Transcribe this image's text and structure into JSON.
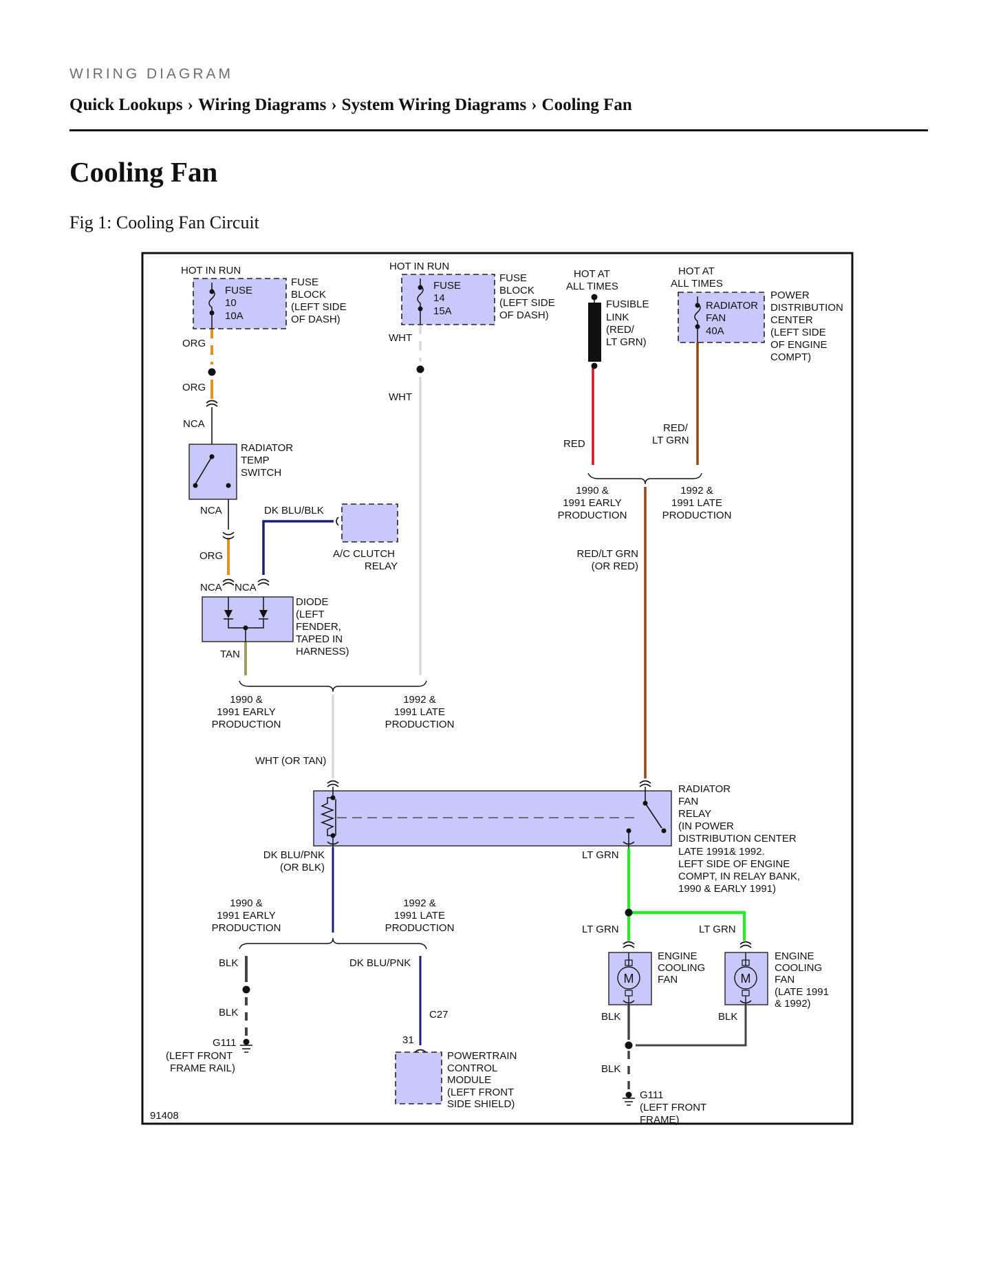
{
  "header": {
    "kicker": "WIRING DIAGRAM",
    "breadcrumb": [
      "Quick Lookups",
      "Wiring Diagrams",
      "System Wiring Diagrams",
      "Cooling Fan"
    ],
    "separator": "›"
  },
  "page_title": "Cooling Fan",
  "figure_caption": "Fig 1: Cooling Fan Circuit",
  "diagram": {
    "figure_number": "91408",
    "wire_colors": {
      "org": "#e8901e",
      "wht": "#d9d9d9",
      "red": "#d9141e",
      "brown": "#8b4a16",
      "dk_blu": "#1c1f7a",
      "tan": "#a09a60",
      "lt_grn": "#2ee62e",
      "blk": "#444444",
      "component_fill": "#c8c8fb"
    },
    "fuse_10": {
      "hot": "HOT IN RUN",
      "name": "FUSE",
      "num": "10",
      "rating": "10A",
      "location": [
        "FUSE",
        "BLOCK",
        "(LEFT SIDE",
        "OF DASH)"
      ]
    },
    "fuse_14": {
      "hot": "HOT IN RUN",
      "name": "FUSE",
      "num": "14",
      "rating": "15A",
      "location": [
        "FUSE",
        "BLOCK",
        "(LEFT SIDE",
        "OF DASH)"
      ]
    },
    "fusible_link": {
      "hot": [
        "HOT AT",
        "ALL TIMES"
      ],
      "label": [
        "FUSIBLE",
        "LINK",
        "(RED/",
        "LT GRN)"
      ]
    },
    "rad_fan_fuse": {
      "hot": [
        "HOT AT",
        "ALL TIMES"
      ],
      "name": "RADIATOR",
      "sub": "FAN",
      "rating": "40A",
      "location": [
        "POWER",
        "DISTRIBUTION",
        "CENTER",
        "(LEFT SIDE",
        "OF ENGINE",
        "COMPT)"
      ]
    },
    "wires": {
      "org": "ORG",
      "wht": "WHT",
      "red": "RED",
      "red_lt_grn": [
        "RED/",
        "LT GRN"
      ],
      "nca": "NCA",
      "dk_blu_blk": "DK BLU/BLK",
      "tan": "TAN",
      "red_lt_grn_or_red": [
        "RED/LT GRN",
        "(OR RED)"
      ],
      "wht_or_tan": "WHT (OR TAN)",
      "dk_blu_pnk_or_blk": [
        "DK BLU/PNK",
        "(OR BLK)"
      ],
      "lt_grn": "LT GRN",
      "blk": "BLK",
      "dk_blu_pnk": "DK BLU/PNK"
    },
    "production": {
      "early": [
        "1990 &",
        "1991 EARLY",
        "PRODUCTION"
      ],
      "late": [
        "1992 &",
        "1991 LATE",
        "PRODUCTION"
      ]
    },
    "rad_temp_switch": [
      "RADIATOR",
      "TEMP",
      "SWITCH"
    ],
    "ac_clutch_relay": [
      "A/C CLUTCH",
      "RELAY"
    ],
    "diode": [
      "DIODE",
      "(LEFT",
      "FENDER,",
      "TAPED IN",
      "HARNESS)"
    ],
    "rad_fan_relay": [
      "RADIATOR",
      "FAN",
      "RELAY",
      "(IN POWER",
      "DISTRIBUTION CENTER",
      "LATE 1991& 1992.",
      "LEFT SIDE OF ENGINE",
      "COMPT, IN RELAY BANK,",
      "1990 & EARLY 1991)"
    ],
    "engine_fan_1": [
      "ENGINE",
      "COOLING",
      "FAN"
    ],
    "engine_fan_2": [
      "ENGINE",
      "COOLING",
      "FAN",
      "(LATE 1991",
      "& 1992)"
    ],
    "motor_symbol": "M",
    "connector_c27": "C27",
    "pin_31": "31",
    "pcm": [
      "POWERTRAIN",
      "CONTROL",
      "MODULE",
      "(LEFT FRONT",
      "SIDE SHIELD)"
    ],
    "ground_left": {
      "name": "G111",
      "location": [
        "(LEFT FRONT",
        "FRAME RAIL)"
      ]
    },
    "ground_right": {
      "name": "G111",
      "location": [
        "(LEFT FRONT",
        "FRAME)"
      ]
    }
  }
}
